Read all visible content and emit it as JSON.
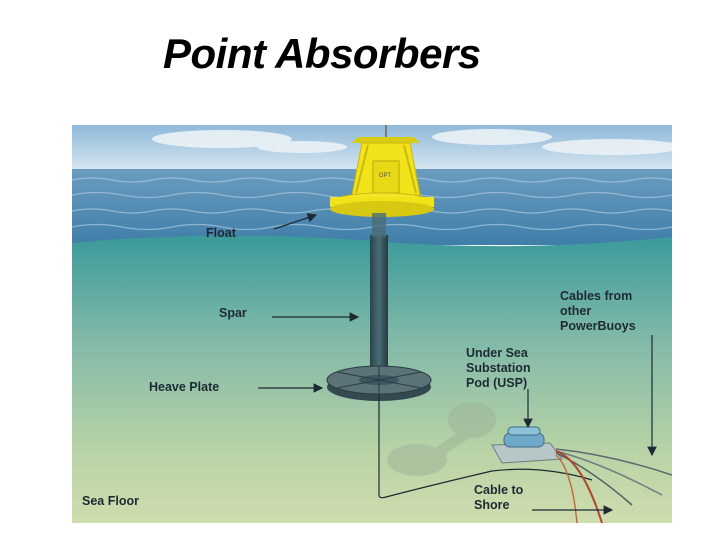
{
  "title": "Point Absorbers",
  "labels": {
    "float": "Float",
    "spar": "Spar",
    "heave_plate": "Heave Plate",
    "sea_floor": "Sea Floor",
    "usp": [
      "Under Sea",
      "Substation",
      "Pod (USP)"
    ],
    "cables_other": [
      "Cables from",
      "other",
      "PowerBuoys"
    ],
    "cable_shore": [
      "Cable to",
      "Shore"
    ],
    "buoy_mark": "OPT"
  },
  "colors": {
    "sky": "#b9d6ea",
    "water_surface": "#4f88b0",
    "underwater_top": "#3e9a9c",
    "underwater_bottom": "#c8d9a8",
    "buoy": "#f2e21a",
    "spar": "#2f4f58"
  }
}
